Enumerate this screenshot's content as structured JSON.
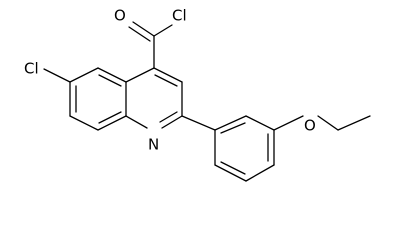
{
  "molecule": {
    "atoms": {
      "cl_carbonyl": "Cl",
      "o_carbonyl": "O",
      "cl_ring": "Cl",
      "n_ring": "N",
      "o_ether": "O"
    }
  },
  "colors": {
    "bond": "#000000",
    "label": "#000000",
    "background": "#ffffff"
  }
}
